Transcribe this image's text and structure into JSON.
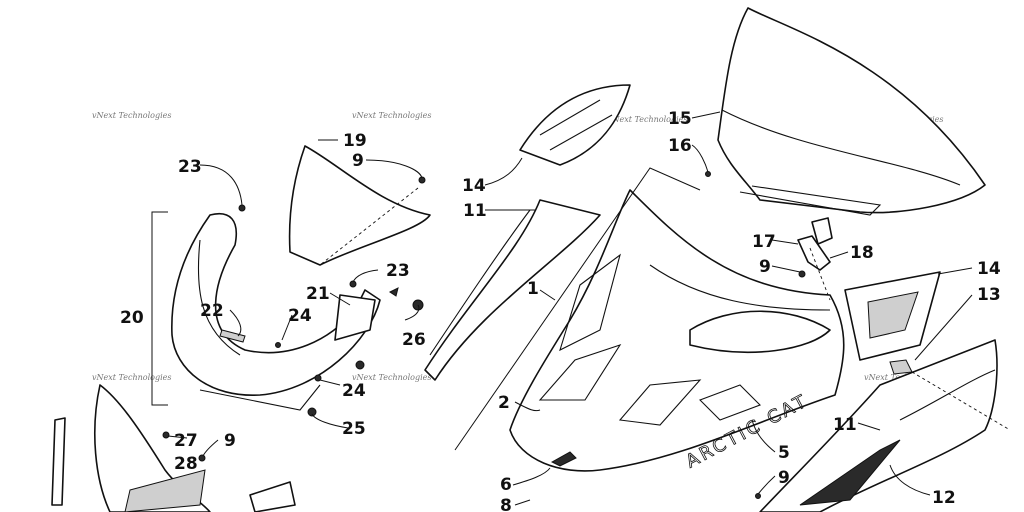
{
  "watermark": "vNext Technologies",
  "brand_text": "ARCTIC CAT",
  "callouts": [
    "1",
    "2",
    "5",
    "6",
    "8",
    "9",
    "9",
    "9",
    "9",
    "11",
    "11",
    "12",
    "13",
    "14",
    "14",
    "15",
    "16",
    "17",
    "18",
    "19",
    "20",
    "21",
    "22",
    "23",
    "23",
    "24",
    "24",
    "25",
    "26",
    "27",
    "28"
  ],
  "colors": {
    "line": "#111111",
    "watermark": "#777777",
    "background": "#ffffff"
  }
}
